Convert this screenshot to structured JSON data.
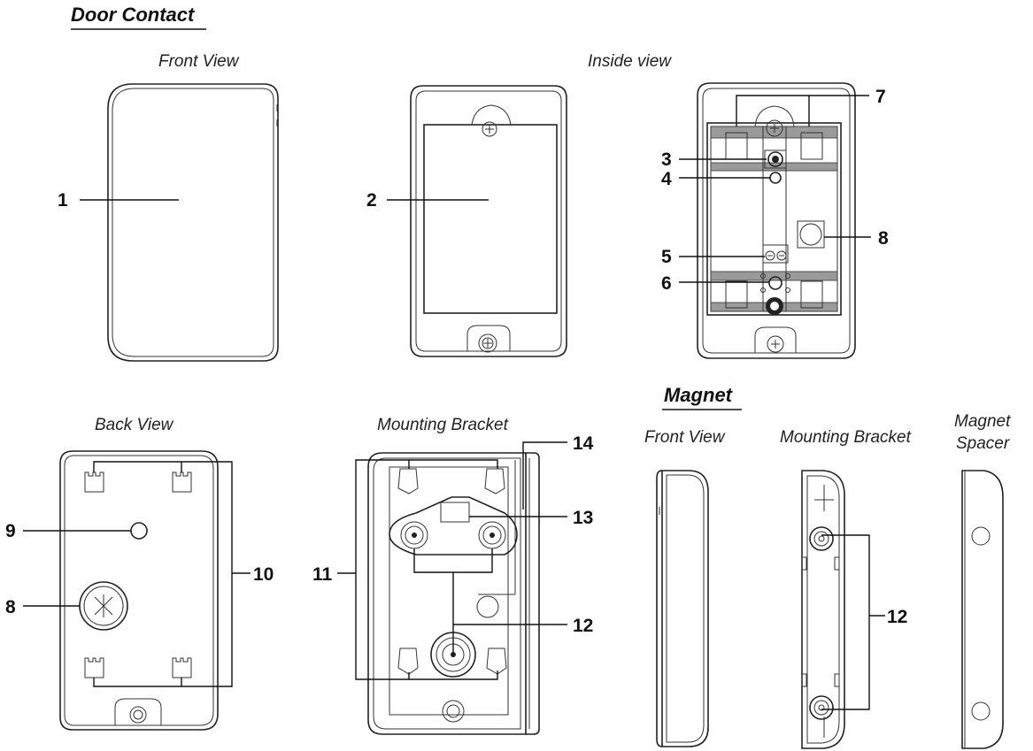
{
  "headings": {
    "door_contact": "Door Contact",
    "magnet": "Magnet"
  },
  "views": {
    "front_view": "Front View",
    "inside_view": "Inside view",
    "back_view": "Back View",
    "mounting_bracket": "Mounting Bracket",
    "magnet_front_view": "Front View",
    "magnet_mounting_bracket": "Mounting Bracket",
    "magnet_spacer_line1": "Magnet",
    "magnet_spacer_line2": "Spacer"
  },
  "callouts": {
    "c1": "1",
    "c2": "2",
    "c3": "3",
    "c4": "4",
    "c5": "5",
    "c6": "6",
    "c7": "7",
    "c8a": "8",
    "c8b": "8",
    "c9": "9",
    "c10": "10",
    "c11": "11",
    "c12a": "12",
    "c12b": "12",
    "c13": "13",
    "c14": "14"
  },
  "colors": {
    "line": "#222222",
    "hatch": "#9a9a9a",
    "background": "#ffffff"
  }
}
